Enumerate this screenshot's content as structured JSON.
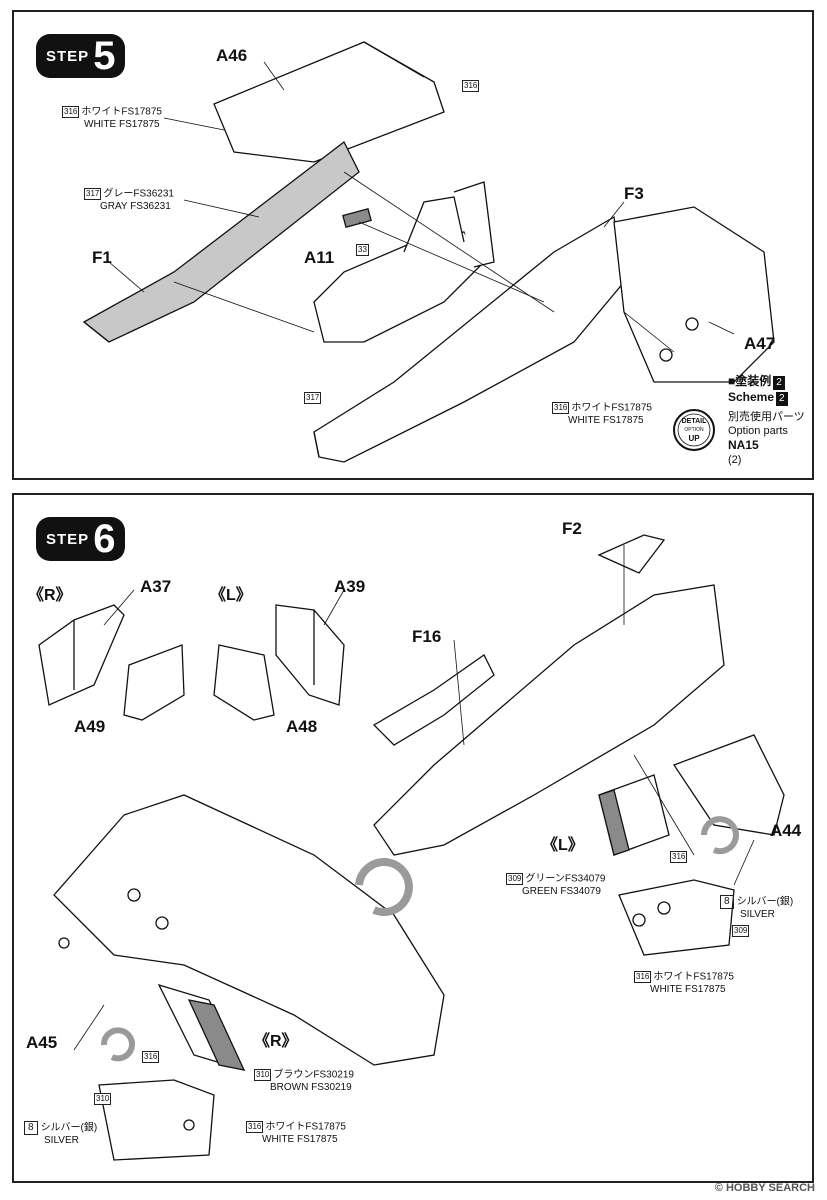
{
  "step5": {
    "badge_word": "STEP",
    "badge_num": "5",
    "parts": {
      "a46": "A46",
      "f3": "F3",
      "f1": "F1",
      "a11": "A11",
      "a47": "A47"
    },
    "callouts": {
      "c316": "316",
      "c317": "317",
      "c33": "33"
    },
    "notes": {
      "white_jp": "ホワイトFS17875",
      "white_en": "WHITE FS17875",
      "gray_jp": "グレーFS36231",
      "gray_en": "GRAY FS36231"
    },
    "scheme": {
      "title_jp": "■塗装例",
      "num": "2",
      "title_en": "Scheme",
      "option_jp": "別売使用パーツ",
      "option_en": "Option parts",
      "part": "NA15",
      "qty": "(2)"
    },
    "detail_badge": {
      "top": "DETAIL",
      "mid": "OPTION",
      "bot": "UP"
    }
  },
  "step6": {
    "badge_word": "STEP",
    "badge_num": "6",
    "sides": {
      "r": "《R》",
      "l": "《L》"
    },
    "parts": {
      "a37": "A37",
      "a39": "A39",
      "a49": "A49",
      "a48": "A48",
      "f2": "F2",
      "f16": "F16",
      "a44": "A44",
      "a45": "A45"
    },
    "callouts": {
      "c316": "316",
      "c309": "309",
      "c310": "310",
      "c8": "8"
    },
    "notes": {
      "green_jp": "グリーンFS34079",
      "green_en": "GREEN FS34079",
      "silver_jp": "シルバー(銀)",
      "silver_en": "SILVER",
      "white_jp": "ホワイトFS17875",
      "white_en": "WHITE FS17875",
      "brown_jp": "ブラウンFS30219",
      "brown_en": "BROWN FS30219"
    }
  },
  "footer": "© HOBBY SEARCH",
  "colors": {
    "ink": "#111111",
    "gray_fill": "#c8c8c8",
    "dark_fill": "#8a8a8a"
  }
}
